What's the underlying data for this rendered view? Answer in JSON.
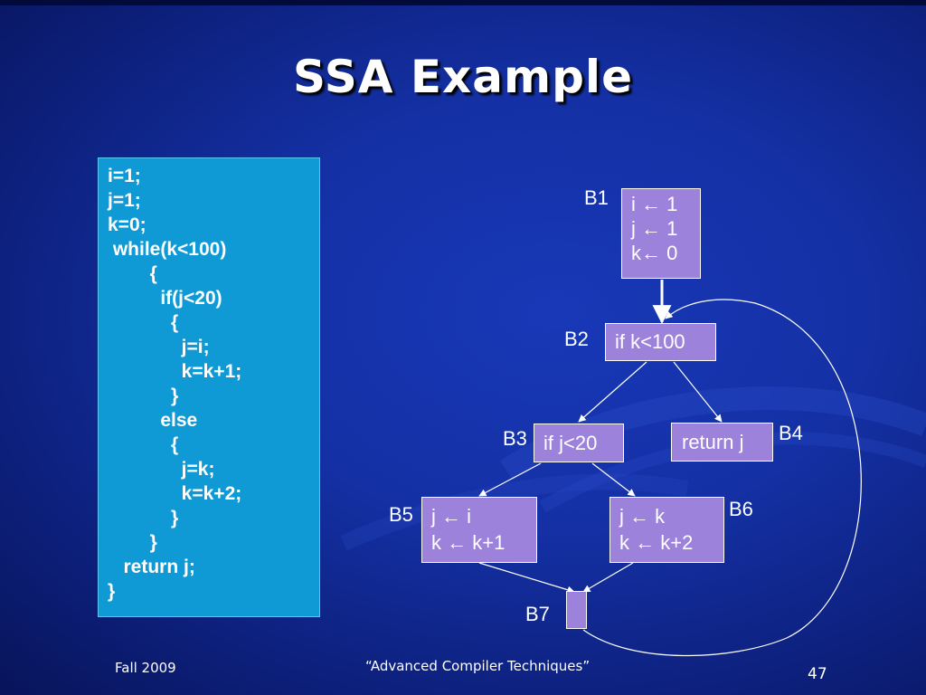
{
  "slide": {
    "title": "SSA Example",
    "footer_left": "Fall 2009",
    "footer_center": "“Advanced Compiler Techniques”",
    "page_number": "47"
  },
  "code": {
    "lines": [
      "i=1;",
      "j=1;",
      "k=0;",
      " while(k<100)",
      "        {",
      "          if(j<20)",
      "            {",
      "              j=i;",
      "              k=k+1;",
      "            }",
      "          else",
      "            {",
      "              j=k;",
      "              k=k+2;",
      "            }",
      "        }",
      "   return j;",
      "}"
    ]
  },
  "cfg": {
    "blocks": {
      "b1": {
        "label": "B1",
        "lines": [
          "i ← 1",
          "j ← 1",
          "k← 0"
        ]
      },
      "b2": {
        "label": "B2",
        "lines": [
          "if k<100"
        ]
      },
      "b3": {
        "label": "B3",
        "lines": [
          "if j<20"
        ]
      },
      "b4": {
        "label": "B4",
        "lines": [
          "return j"
        ]
      },
      "b5": {
        "label": "B5",
        "lines": [
          "j ← i",
          "k ← k+1"
        ]
      },
      "b6": {
        "label": "B6",
        "lines": [
          "j ← k",
          "k ← k+2"
        ]
      },
      "b7": {
        "label": "B7",
        "lines": []
      }
    },
    "edges": [
      [
        "b1",
        "b2"
      ],
      [
        "b2",
        "b3"
      ],
      [
        "b2",
        "b4"
      ],
      [
        "b3",
        "b5"
      ],
      [
        "b3",
        "b6"
      ],
      [
        "b5",
        "b7"
      ],
      [
        "b6",
        "b7"
      ],
      [
        "b7",
        "b2"
      ]
    ]
  },
  "colors": {
    "block_fill": "#9d82db",
    "code_panel": "#0f9ad6",
    "background": "#1430a4"
  }
}
